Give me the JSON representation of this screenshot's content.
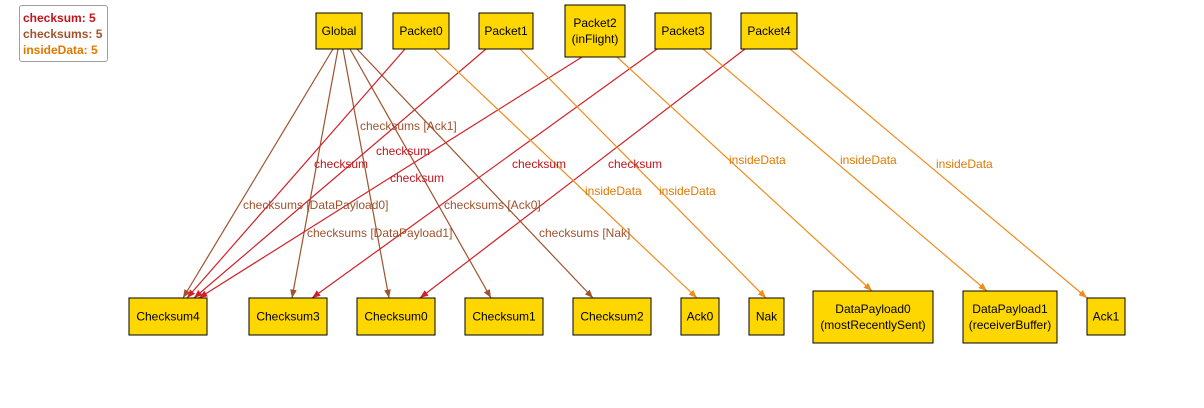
{
  "legend": [
    {
      "label": "checksum: 5",
      "color": "#c0141b"
    },
    {
      "label": "checksums: 5",
      "color": "#a0522d"
    },
    {
      "label": "insideData: 5",
      "color": "#e07800"
    }
  ],
  "colors": {
    "node_fill": "#ffd700",
    "checksum": "#d0212a",
    "checksums": "#a0522d",
    "insideData": "#f08c1c"
  },
  "nodes": [
    {
      "id": "Global",
      "lines": [
        "Global"
      ]
    },
    {
      "id": "Packet0",
      "lines": [
        "Packet0"
      ]
    },
    {
      "id": "Packet1",
      "lines": [
        "Packet1"
      ]
    },
    {
      "id": "Packet2",
      "lines": [
        "Packet2",
        "(inFlight)"
      ]
    },
    {
      "id": "Packet3",
      "lines": [
        "Packet3"
      ]
    },
    {
      "id": "Packet4",
      "lines": [
        "Packet4"
      ]
    },
    {
      "id": "Checksum4",
      "lines": [
        "Checksum4"
      ]
    },
    {
      "id": "Checksum3",
      "lines": [
        "Checksum3"
      ]
    },
    {
      "id": "Checksum0",
      "lines": [
        "Checksum0"
      ]
    },
    {
      "id": "Checksum1",
      "lines": [
        "Checksum1"
      ]
    },
    {
      "id": "Checksum2",
      "lines": [
        "Checksum2"
      ]
    },
    {
      "id": "Ack0",
      "lines": [
        "Ack0"
      ]
    },
    {
      "id": "Nak",
      "lines": [
        "Nak"
      ]
    },
    {
      "id": "DataPayload0",
      "lines": [
        "DataPayload0",
        "(mostRecentlySent)"
      ]
    },
    {
      "id": "DataPayload1",
      "lines": [
        "DataPayload1",
        "(receiverBuffer)"
      ]
    },
    {
      "id": "Ack1",
      "lines": [
        "Ack1"
      ]
    }
  ],
  "edges": [
    {
      "from": "Global",
      "to": "Checksum4",
      "type": "checksums",
      "label": "checksums [DataPayload0]"
    },
    {
      "from": "Global",
      "to": "Checksum3",
      "type": "checksums",
      "label": "checksums [DataPayload1]"
    },
    {
      "from": "Global",
      "to": "Checksum0",
      "type": "checksums",
      "label": "checksums [Ack1]"
    },
    {
      "from": "Global",
      "to": "Checksum1",
      "type": "checksums",
      "label": "checksums [Ack0]"
    },
    {
      "from": "Global",
      "to": "Checksum2",
      "type": "checksums",
      "label": "checksums [Nak]"
    },
    {
      "from": "Packet0",
      "to": "Checksum4",
      "type": "checksum",
      "label": "checksum"
    },
    {
      "from": "Packet1",
      "to": "Checksum4",
      "type": "checksum",
      "label": "checksum"
    },
    {
      "from": "Packet2",
      "to": "Checksum4",
      "type": "checksum",
      "label": "checksum"
    },
    {
      "from": "Packet3",
      "to": "Checksum3",
      "type": "checksum",
      "label": "checksum"
    },
    {
      "from": "Packet4",
      "to": "Checksum0",
      "type": "checksum",
      "label": "checksum"
    },
    {
      "from": "Packet0",
      "to": "Ack0",
      "type": "insideData",
      "label": "insideData"
    },
    {
      "from": "Packet1",
      "to": "Nak",
      "type": "insideData",
      "label": "insideData"
    },
    {
      "from": "Packet2",
      "to": "DataPayload0",
      "type": "insideData",
      "label": "insideData"
    },
    {
      "from": "Packet3",
      "to": "DataPayload1",
      "type": "insideData",
      "label": "insideData"
    },
    {
      "from": "Packet4",
      "to": "Ack1",
      "type": "insideData",
      "label": "insideData"
    }
  ]
}
